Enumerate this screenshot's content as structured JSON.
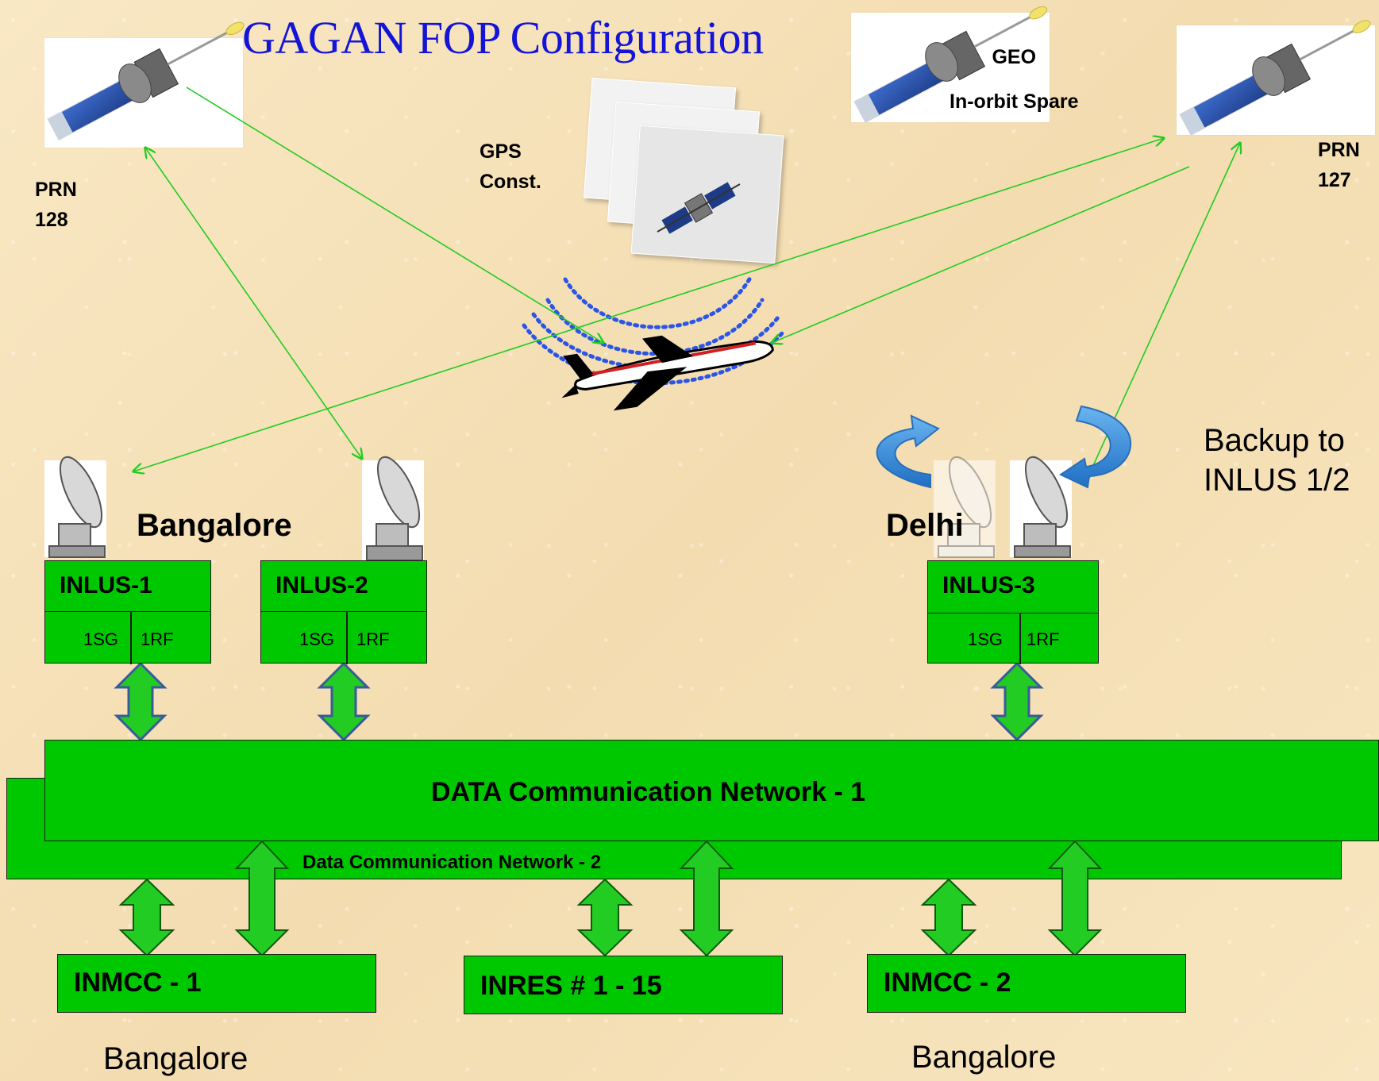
{
  "title": "GAGAN FOP Configuration",
  "satellites": {
    "prn128": "PRN\n128",
    "prn127": "PRN\n127",
    "geo_spare": "GEO\nIn-orbit Spare",
    "gps": "GPS\nConst."
  },
  "sites": {
    "bangalore_top": "Bangalore",
    "delhi": "Delhi",
    "backup_note": "Backup to\nINLUS 1/2"
  },
  "inlus": [
    {
      "name": "INLUS-1",
      "sg": "1SG",
      "rf": "1RF"
    },
    {
      "name": "INLUS-2",
      "sg": "1SG",
      "rf": "1RF"
    },
    {
      "name": "INLUS-3",
      "sg": "1SG",
      "rf": "1RF"
    }
  ],
  "networks": {
    "dcn1": "DATA Communication Network - 1",
    "dcn2": "Data Communication Network - 2"
  },
  "bottom": {
    "inmcc1": "INMCC - 1",
    "inres": "INRES # 1 - 15",
    "inmcc2": "INMCC - 2",
    "city_left": "Bangalore",
    "city_right": "Bangalore"
  },
  "colors": {
    "box_green": "#00c800",
    "signal_line": "#22cc22",
    "title_blue": "#1414d8",
    "rotate_arrow": "#3b8fd9",
    "signal_arc": "#2a55e6"
  }
}
